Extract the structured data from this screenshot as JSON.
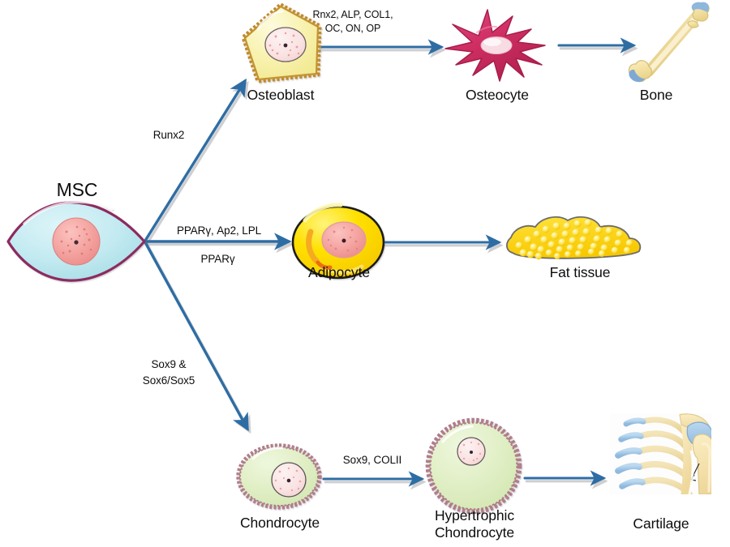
{
  "diagram": {
    "title": "MSC differentiation into osteoblast, adipocyte and chondrocyte lineages",
    "background_color": "#ffffff",
    "arrow_color": "#2E6DA4",
    "text_color": "#0d0d0d"
  },
  "source_cell": {
    "label": "MSC",
    "cytoplasm_color": "#bfe8ef",
    "membrane_color": "#8d2b61",
    "nucleus_color": "#f4a3a0"
  },
  "lineages": [
    {
      "id": "osteogenic",
      "branch_label": "Runx2",
      "steps": [
        {
          "name": "Osteoblast",
          "fill_color": "#f7f0a8",
          "outline_color": "#c08a2e",
          "nucleus_color": "#f6d8d8"
        },
        {
          "name": "Osteocyte",
          "fill_color": "#cf2e63",
          "outline_color": "#a81e4c",
          "nucleus_color": "#f7dce4"
        },
        {
          "name": "Bone",
          "fill_color": "#f5e3a6",
          "outline_color": "#d8c47e",
          "cartilage_color": "#8ab4da"
        }
      ],
      "transitions": [
        {
          "from": "Osteoblast",
          "to": "Osteocyte",
          "label_line1": "Rnx2, ALP, COL1,",
          "label_line2": "OC, ON, OP"
        },
        {
          "from": "Osteocyte",
          "to": "Bone",
          "label_line1": "",
          "label_line2": ""
        }
      ]
    },
    {
      "id": "adipogenic",
      "branch_label_line1": "PPARγ, Ap2, LPL",
      "branch_label_line2": "PPARγ",
      "steps": [
        {
          "name": "Adipocyte",
          "fill_color": "#ffe000",
          "outline_color": "#1a1a1a",
          "nucleus_color": "#f4a8ad"
        },
        {
          "name": "Fat tissue",
          "fill_color": "#ffd400",
          "outline_color": "#58585a",
          "globule_color": "#fff1a0"
        }
      ],
      "transitions": [
        {
          "from": "Adipocyte",
          "to": "Fat tissue",
          "label_line1": "",
          "label_line2": ""
        }
      ]
    },
    {
      "id": "chondrogenic",
      "branch_label_line1": "Sox9 &",
      "branch_label_line2": "Sox6/Sox5",
      "steps": [
        {
          "name": "Chondrocyte",
          "fill_color": "#dfeec2",
          "outline_color": "#b07b8e",
          "nucleus_color": "#fce4e4"
        },
        {
          "name": "Hypertrophic\nChondrocyte",
          "name_line1": "Hypertrophic",
          "name_line2": "Chondrocyte",
          "fill_color": "#dfeec2",
          "outline_color": "#b07b8e",
          "nucleus_color": "#fce4e4"
        },
        {
          "name": "Cartilage",
          "bone_color": "#f5dfa2",
          "cartilage_color": "#9dc3e3"
        }
      ],
      "transitions": [
        {
          "from": "Chondrocyte",
          "to": "Hypertrophic Chondrocyte",
          "label_line1": "Sox9, COLII",
          "label_line2": ""
        },
        {
          "from": "Hypertrophic Chondrocyte",
          "to": "Cartilage",
          "label_line1": "",
          "label_line2": ""
        }
      ]
    }
  ],
  "labels": {
    "msc": "MSC",
    "osteoblast": "Osteoblast",
    "osteocyte": "Osteocyte",
    "bone": "Bone",
    "adipocyte": "Adipocyte",
    "fat_tissue": "Fat tissue",
    "chondrocyte": "Chondrocyte",
    "hypertrophic_line1": "Hypertrophic",
    "hypertrophic_line2": "Chondrocyte",
    "cartilage": "Cartilage",
    "runx2": "Runx2",
    "osteo_markers_line1": "Rnx2, ALP, COL1,",
    "osteo_markers_line2": "OC, ON, OP",
    "adipo_markers_line1": "PPARγ, Ap2, LPL",
    "adipo_markers_line2": "PPARγ",
    "chondro_branch_line1": "Sox9 &",
    "chondro_branch_line2": "Sox6/Sox5",
    "chondro_markers": "Sox9, COLII"
  }
}
